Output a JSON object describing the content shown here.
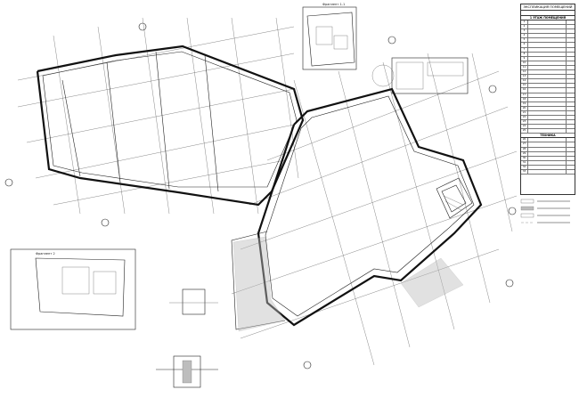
{
  "sheet": {
    "title": "Floor plan with room designations",
    "legend": {
      "title": "ЭКСПЛИКАЦИЯ ПОМЕЩЕНИЙ",
      "section_1": "1 ЭТАЖ ПОМЕЩЕНИЯ",
      "section_2": "ТЕХНИКА",
      "rows_1": [
        "1",
        "2",
        "3",
        "4",
        "5",
        "6",
        "7",
        "8",
        "9",
        "10",
        "11",
        "12",
        "13",
        "14",
        "15",
        "16",
        "17",
        "18",
        "19",
        "20",
        "21",
        "22",
        "23",
        "24",
        "25"
      ],
      "rows_2": [
        "26",
        "27",
        "28",
        "29",
        "30",
        "31",
        "32",
        "33"
      ]
    },
    "insets": {
      "top_plan": "Фрагмент 1-1",
      "left_plan": "Фрагмент 2"
    },
    "notes": {
      "symbols_title": "УСЛОВНЫЕ ОБОЗНАЧЕНИЯ"
    }
  }
}
